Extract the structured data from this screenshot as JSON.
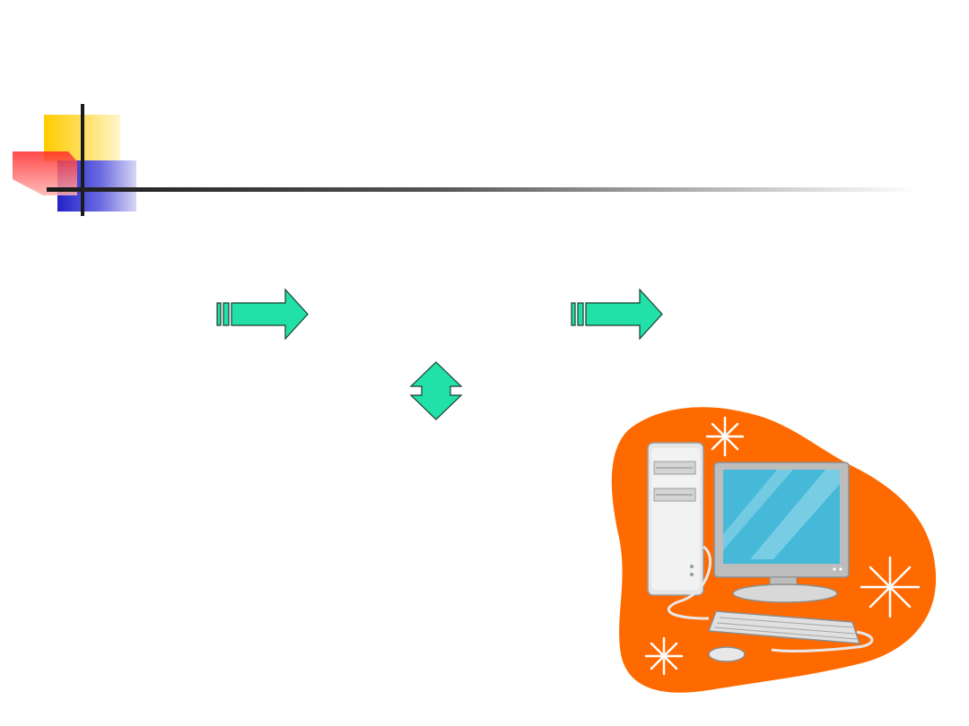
{
  "slide": {
    "background_color": "#ffffff"
  },
  "decoration": {
    "icon": "corner-squares-decoration",
    "colors": {
      "yellow": "#ffcc00",
      "red": "#ff3b3b",
      "blue": "#2f2fd0",
      "rule": "#222222"
    }
  },
  "arrows": {
    "icon": "arrow-right-icon",
    "fill": "#21e0a8",
    "stroke": "#1a3a2e",
    "count_right": 2,
    "count_updown": 1
  },
  "clipart": {
    "icon": "desktop-computer-icon",
    "colors": {
      "blob": "#ff6a00",
      "monitor_screen": "#46b8d8",
      "case": "#e4e4e4"
    }
  }
}
